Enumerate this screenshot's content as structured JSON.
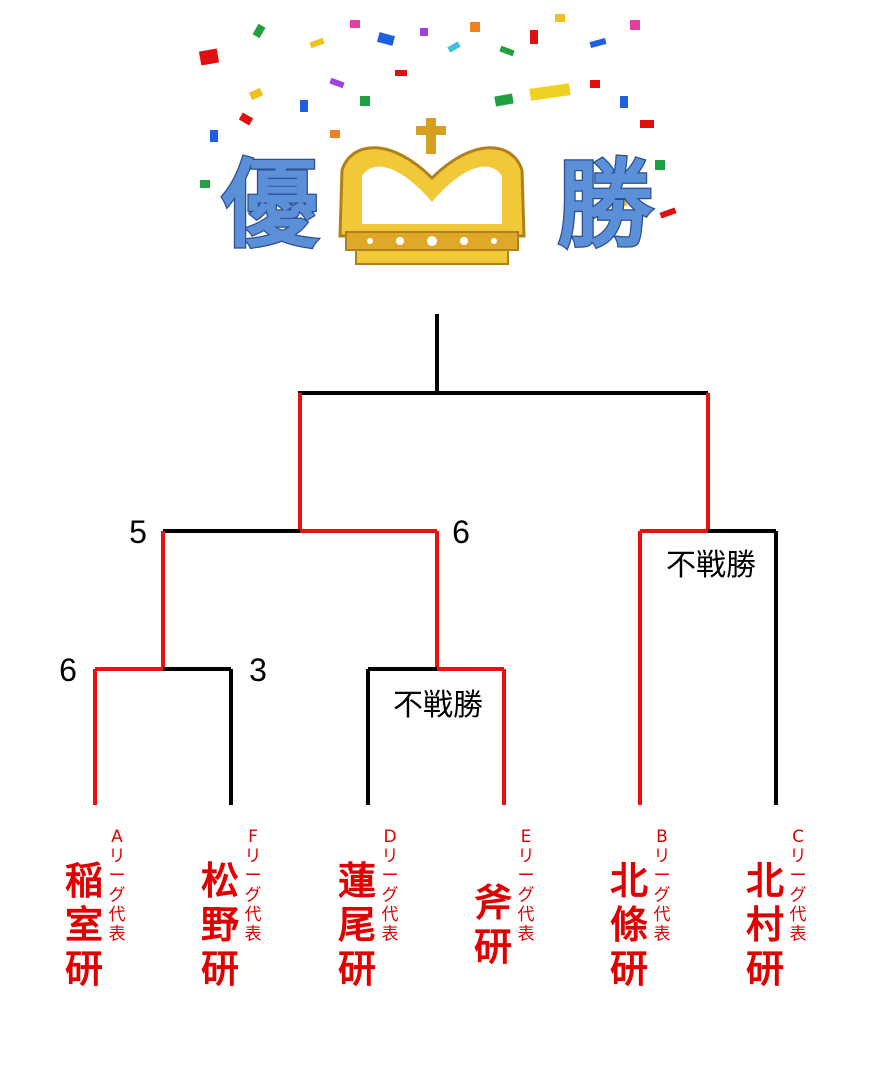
{
  "title": {
    "left_char": "優",
    "right_char": "勝"
  },
  "colors": {
    "win": "#e81010",
    "loss": "#000000",
    "team_text": "#e00000",
    "title_fill": "#5b8fd8",
    "crown": "#e6b830"
  },
  "icons": {
    "crown": "crown-icon",
    "confetti": "confetti-decoration"
  },
  "teams": [
    {
      "name": "稲室研",
      "league": "Aリーグ代表"
    },
    {
      "name": "松野研",
      "league": "Fリーグ代表"
    },
    {
      "name": "蓮尾研",
      "league": "Dリーグ代表"
    },
    {
      "name": "斧研",
      "league": "Eリーグ代表"
    },
    {
      "name": "北條研",
      "league": "Bリーグ代表"
    },
    {
      "name": "北村研",
      "league": "Cリーグ代表"
    }
  ],
  "matches": {
    "round1_a": {
      "left_score": "6",
      "right_score": "3"
    },
    "round1_b": {
      "label": "不戦勝"
    },
    "round1_c": {
      "label": "不戦勝"
    },
    "semifinal": {
      "left_score": "5",
      "right_score": "6"
    }
  }
}
